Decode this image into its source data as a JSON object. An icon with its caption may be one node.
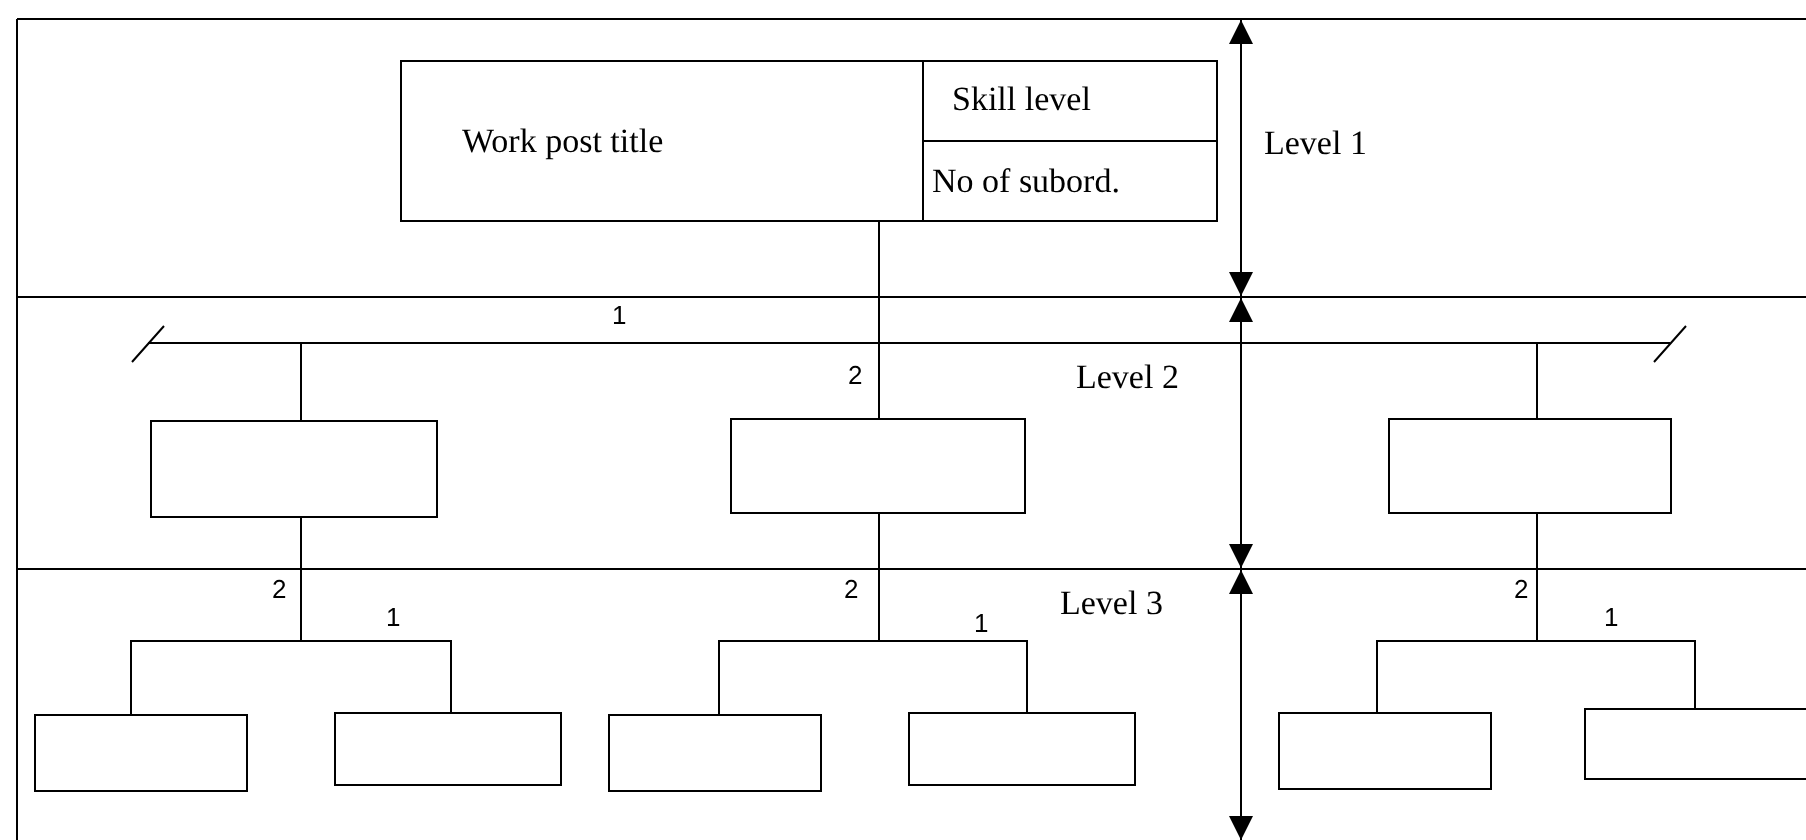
{
  "diagram": {
    "nodes": [
      {
        "text": [
          "Work post title"
        ]
      },
      {
        "text": [
          "Skill level"
        ],
        "in": 0
      },
      {
        "text": [
          "No of subord."
        ],
        "in": 0
      },
      {
        "text": [],
        "shape": "box"
      },
      {
        "text": [],
        "shape": "box"
      },
      {
        "text": [],
        "shape": "box"
      },
      {
        "text": [],
        "shape": "box"
      },
      {
        "text": [],
        "shape": "box"
      },
      {
        "text": [],
        "shape": "box"
      },
      {
        "text": [],
        "shape": "box"
      },
      {
        "text": [],
        "shape": "box"
      },
      {
        "text": [],
        "shape": "box"
      }
    ],
    "edges": [
      {
        "from": 0,
        "to": 3,
        "arrow": "none"
      },
      {
        "from": 0,
        "to": 4,
        "arrow": "none"
      },
      {
        "from": 0,
        "to": 5,
        "arrow": "none"
      },
      {
        "from": 3,
        "to": 6,
        "arrow": "none"
      },
      {
        "from": 3,
        "to": 7,
        "arrow": "none"
      },
      {
        "from": 4,
        "to": 8,
        "arrow": "none"
      },
      {
        "from": 4,
        "to": 9,
        "arrow": "none"
      },
      {
        "from": 5,
        "to": 10,
        "arrow": "none"
      },
      {
        "from": 5,
        "to": 11,
        "arrow": "none"
      }
    ],
    "labels": [
      "Level 1",
      "1",
      "2",
      "Level 2",
      "2",
      "1",
      "2",
      "1",
      "Level 3",
      "2",
      "1"
    ]
  }
}
